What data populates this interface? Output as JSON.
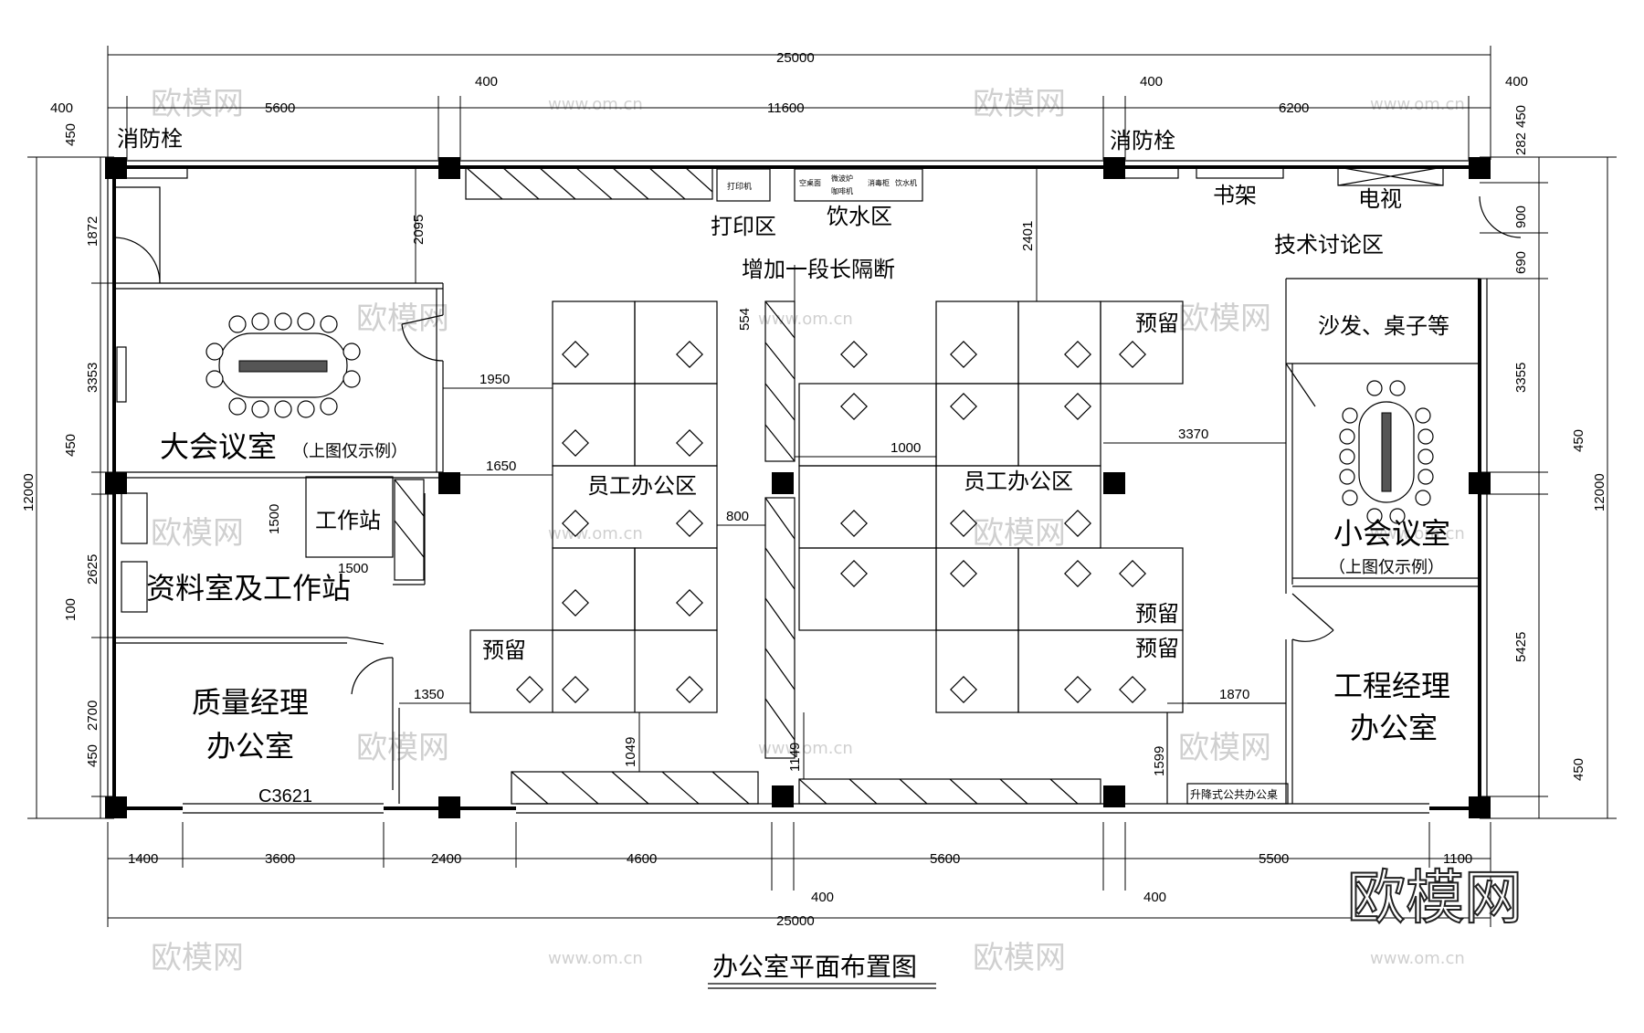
{
  "title": "办公室平面布置图",
  "rooms": {
    "big_meeting": "大会议室",
    "big_meeting_note": "（上图仅示例）",
    "archive": "资料室及工作站",
    "workstation": "工作站",
    "quality_mgr_1": "质量经理",
    "quality_mgr_2": "办公室",
    "window_code": "C3621",
    "print_area": "打印区",
    "water_area": "饮水区",
    "partition_note": "增加一段长隔断",
    "staff_area_left": "员工办公区",
    "staff_area_right": "员工办公区",
    "reserved": "预留",
    "fire_hydrant": "消防栓",
    "bookshelf": "书架",
    "tv": "电视",
    "tech_discussion": "技术讨论区",
    "sofa": "沙发、桌子等",
    "small_meeting": "小会议室",
    "small_meeting_note": "（上图仅示例）",
    "eng_mgr_1": "工程经理",
    "eng_mgr_2": "办公室",
    "lift_desk": "升降式公共办公桌",
    "printer": "打印机",
    "water_items": [
      "空桌面",
      "微波炉",
      "咖啡机",
      "消毒柜",
      "饮水机"
    ]
  },
  "dimensions": {
    "top_total": "25000",
    "bottom_total": "25000",
    "top_row": [
      "400",
      "5600",
      "400",
      "11600",
      "400",
      "6200",
      "400"
    ],
    "bottom_row": [
      "1400",
      "3600",
      "2400",
      "4600",
      "5600",
      "5500",
      "1100"
    ],
    "bottom_extra": [
      "400",
      "400"
    ],
    "left_total": "12000",
    "right_total": "12000",
    "left_row": [
      "450",
      "1872",
      "3353",
      "450",
      "2625",
      "100",
      "2700",
      "450"
    ],
    "right_row": [
      "450",
      "282",
      "900",
      "690",
      "3355",
      "450",
      "5425",
      "450"
    ],
    "interior": [
      "2095",
      "2401",
      "1950",
      "1650",
      "1350",
      "1000",
      "800",
      "3370",
      "1870",
      "1049",
      "1149",
      "1599",
      "554",
      "1500",
      "1500"
    ]
  },
  "watermarks": [
    "欧模网",
    "www.om.cn"
  ],
  "brand": "欧模网"
}
